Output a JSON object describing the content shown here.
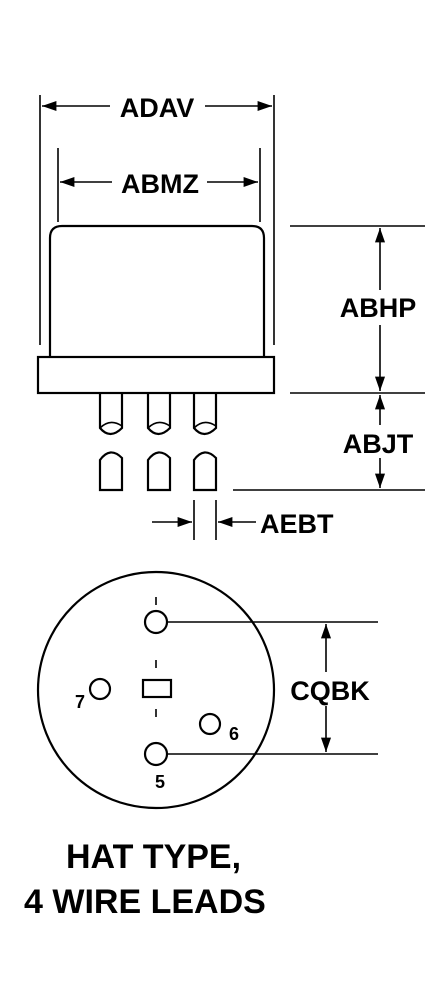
{
  "dimensions": {
    "adav": "ADAV",
    "abmz": "ABMZ",
    "abhp": "ABHP",
    "abjt": "ABJT",
    "aebt": "AEBT",
    "cqbk": "CQBK"
  },
  "pins": {
    "p5": "5",
    "p6": "6",
    "p7": "7"
  },
  "caption": {
    "line1": "HAT TYPE,",
    "line2": "4 WIRE LEADS"
  }
}
